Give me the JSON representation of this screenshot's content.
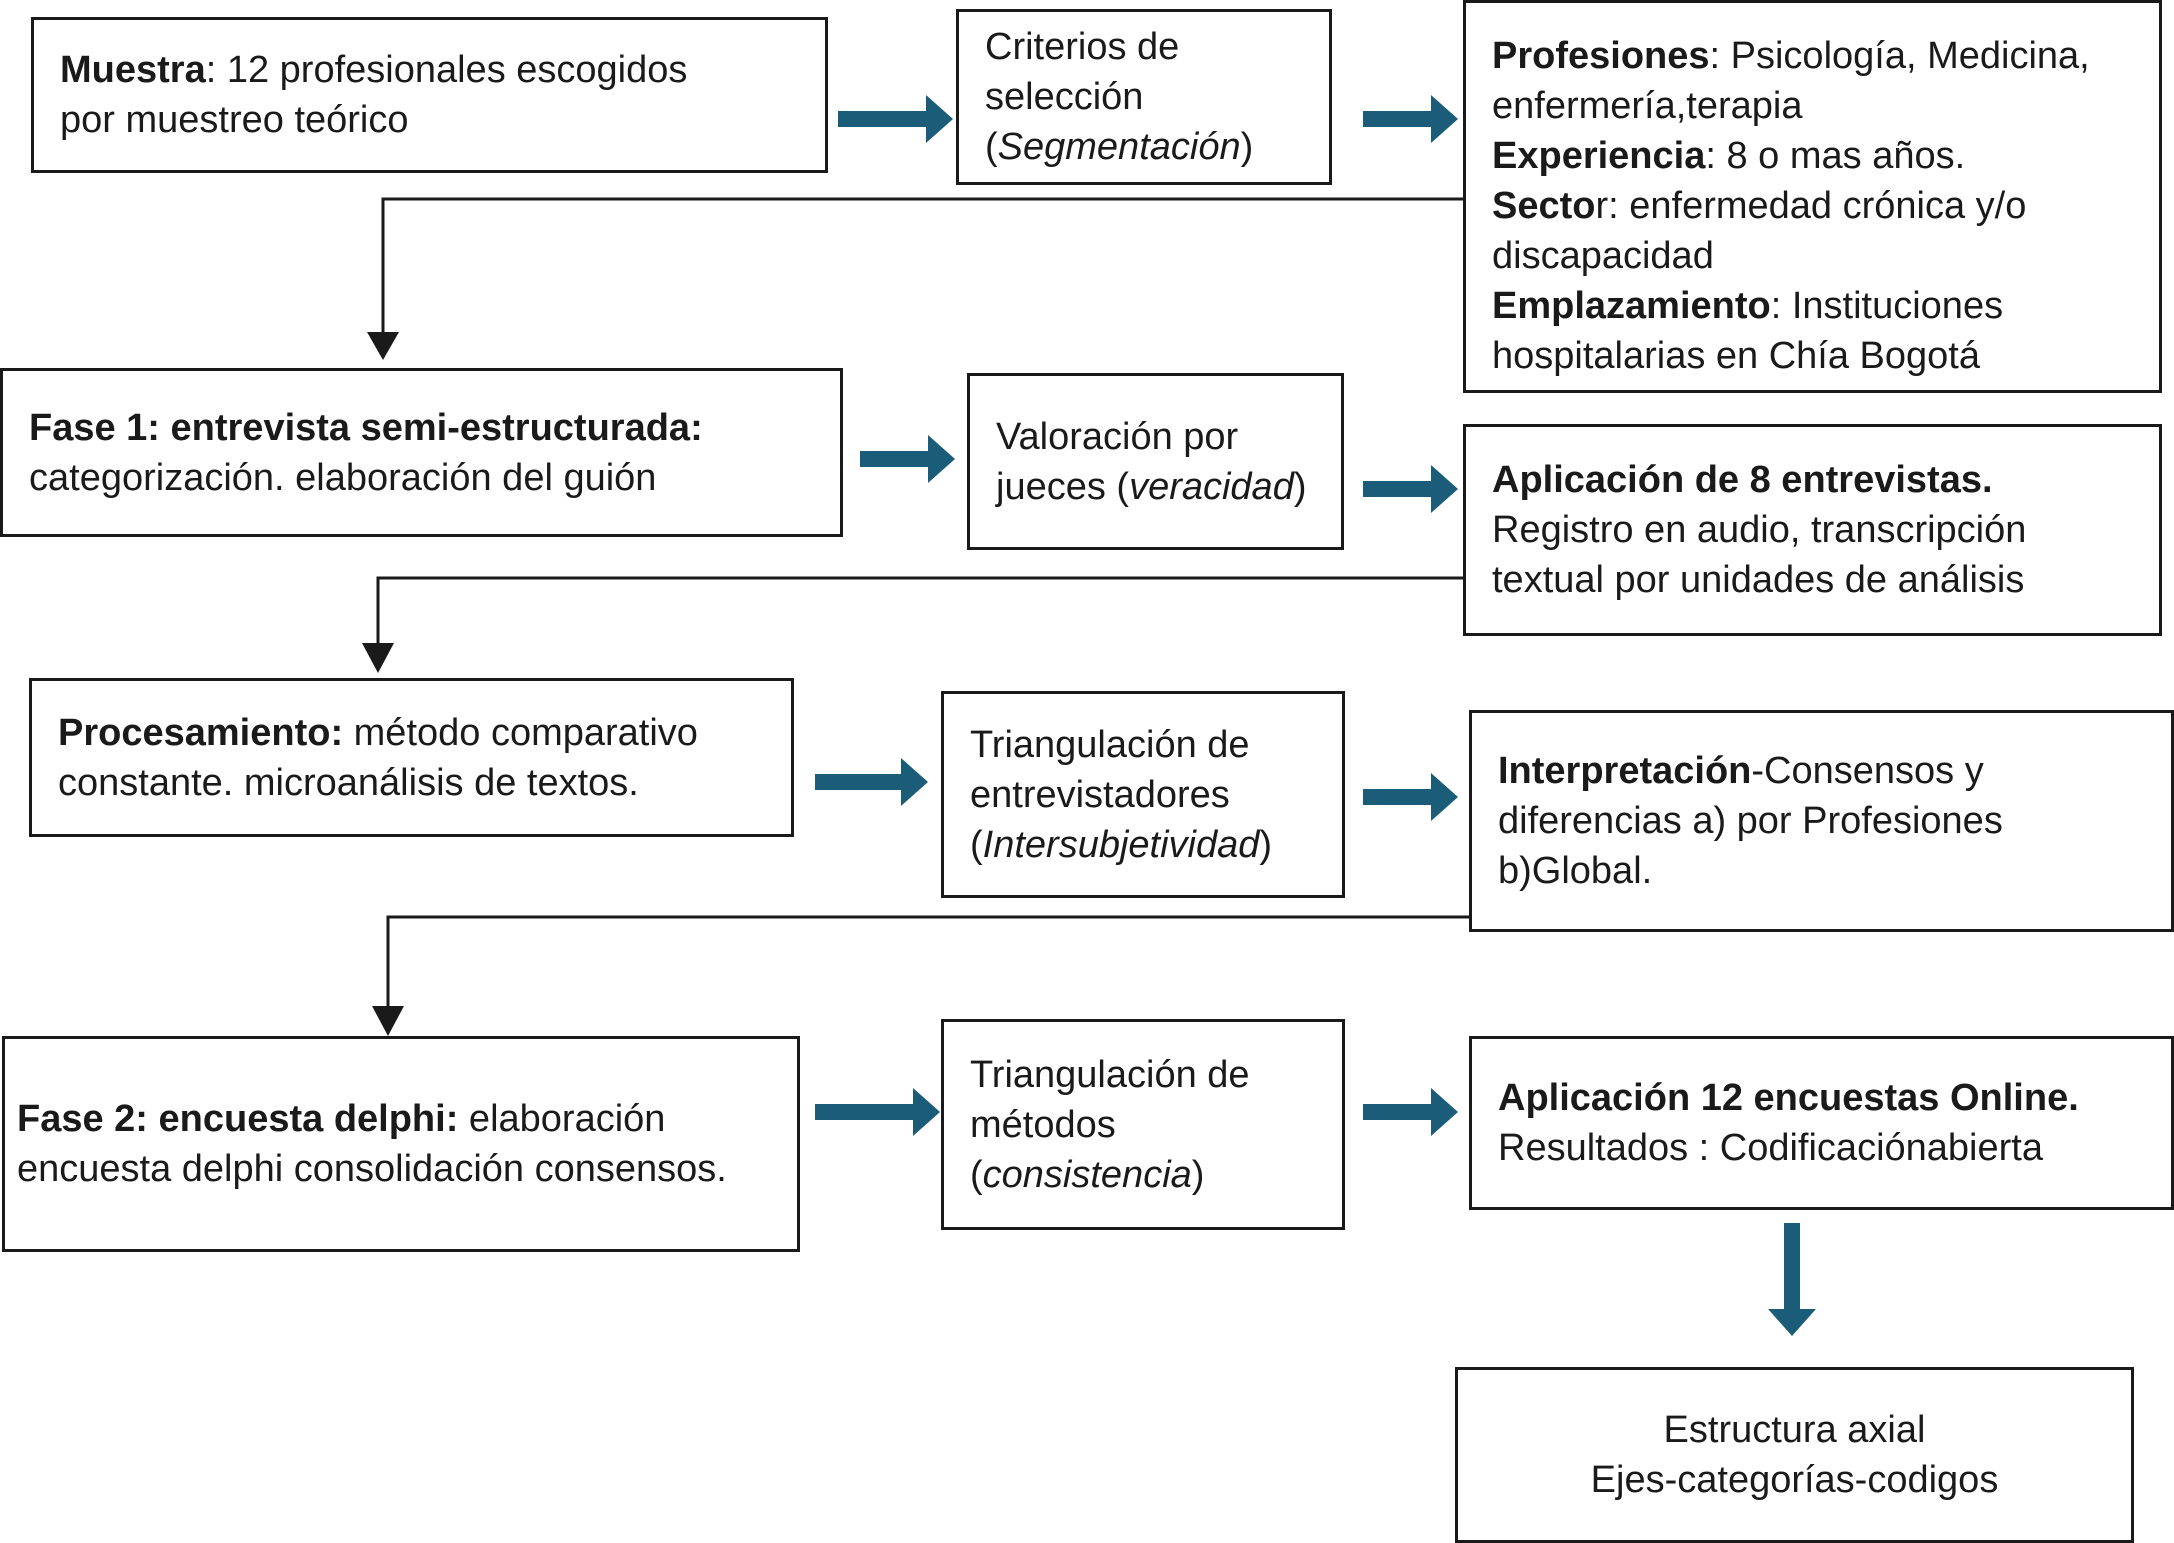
{
  "colors": {
    "arrow_blue": "#1b5d79",
    "stroke": "#1a1a1a"
  },
  "row1": {
    "muestra": {
      "bold": "Muestra",
      "text": ": 12 profesionales escogidos",
      "line2": "por muestreo teórico"
    },
    "criterios": {
      "line1": "Criterios de",
      "line2": "selección",
      "open": "(",
      "italic": "Segmentación",
      "close": ")"
    },
    "profesiones": {
      "p_bold": "Profesiones",
      "p_text": ": Psicología, Medicina,",
      "p_line2": "enfermería,terapia",
      "e_bold": "Experiencia",
      "e_text": ": 8 o mas años.",
      "s_bold": "Secto",
      "s_text": "r: enfermedad crónica y/o",
      "s_line2": "discapacidad",
      "em_bold": "Emplazamiento",
      "em_text": ": Instituciones",
      "em_line2": "hospitalarias en Chía Bogotá"
    }
  },
  "row2": {
    "fase1": {
      "bold": "Fase 1: entrevista semi-estructurada:",
      "line2": "categorización. elaboración del guión"
    },
    "valoracion": {
      "line1": "Valoración por",
      "pre": "jueces (",
      "italic": "veracidad",
      "close": ")"
    },
    "aplicacion": {
      "bold": "Aplicación de 8 entrevistas.",
      "line2": "Registro en audio, transcripción",
      "line3": "textual por unidades de análisis"
    }
  },
  "row3": {
    "procesamiento": {
      "bold": "Procesamiento:",
      "text": " método comparativo",
      "line2": "constante. microanálisis de textos."
    },
    "triang_entrev": {
      "line1": "Triangulación de",
      "line2": "entrevistadores",
      "open": "(",
      "italic": "Intersubjetividad",
      "close": ")"
    },
    "interpretacion": {
      "bold": "Interpretación",
      "text": "-Consensos y",
      "line2": "diferencias a) por Profesiones",
      "line3": "b)Global."
    }
  },
  "row4": {
    "fase2": {
      "bold": "Fase 2: encuesta delphi:",
      "text": " elaboración",
      "line2": "encuesta delphi consolidación consensos."
    },
    "triang_metodos": {
      "line1": "Triangulación de",
      "line2": "métodos",
      "open": "(",
      "italic": "consistencia",
      "close": ")"
    },
    "encuestas": {
      "bold": "Aplicación 12 encuestas Online.",
      "line2": "Resultados : Codificaciónabierta"
    }
  },
  "final": {
    "line1": "Estructura axial",
    "line2": "Ejes-categorías-codigos"
  }
}
